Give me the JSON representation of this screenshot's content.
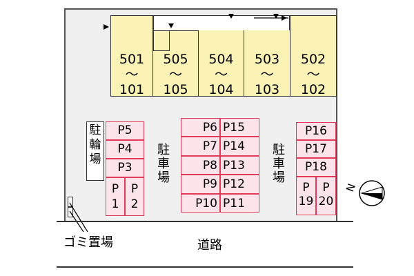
{
  "buildings": [
    {
      "top": "501",
      "sep": "〜",
      "bottom": "101"
    },
    {
      "top": "505",
      "sep": "〜",
      "bottom": "105"
    },
    {
      "top": "504",
      "sep": "〜",
      "bottom": "104"
    },
    {
      "top": "503",
      "sep": "〜",
      "bottom": "103"
    },
    {
      "top": "502",
      "sep": "〜",
      "bottom": "102"
    }
  ],
  "bicycle_parking": [
    "駐",
    "輪",
    "場"
  ],
  "parking_label": [
    "駐",
    "車",
    "場"
  ],
  "left_lot": {
    "rows": [
      "P5",
      "P4",
      "P3"
    ],
    "p1": [
      "P",
      "1"
    ],
    "p2": [
      "P",
      "2"
    ]
  },
  "center_lot": {
    "left": [
      "P6",
      "P7",
      "P8",
      "P9",
      "P10"
    ],
    "right": [
      "P15",
      "P14",
      "P13",
      "P12",
      "P11"
    ]
  },
  "right_lot": {
    "rows": [
      "P16",
      "P17",
      "P18"
    ],
    "p19": [
      "P",
      "19"
    ],
    "p20": [
      "P",
      "20"
    ]
  },
  "garbage_label": "ゴミ置場",
  "road_label": "道路",
  "compass_letter": "N"
}
